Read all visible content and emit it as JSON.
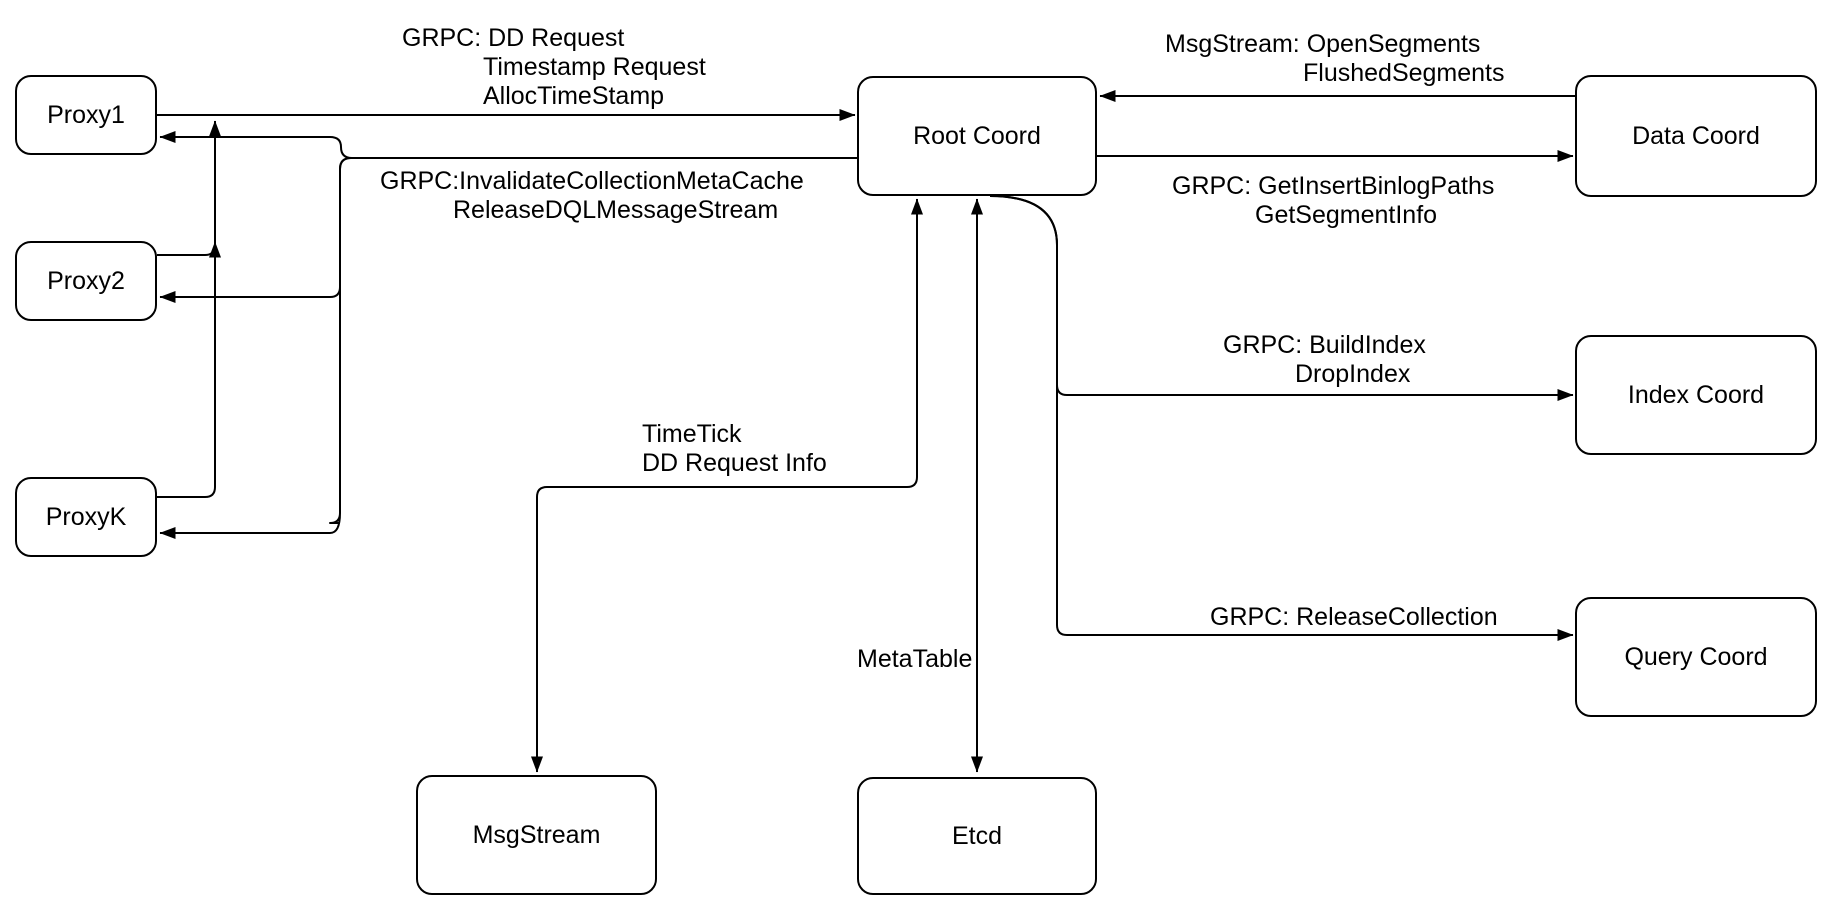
{
  "nodes": {
    "proxy1": {
      "label": "Proxy1"
    },
    "proxy2": {
      "label": "Proxy2"
    },
    "proxyk": {
      "label": "ProxyK"
    },
    "root_coord": {
      "label": "Root Coord"
    },
    "data_coord": {
      "label": "Data Coord"
    },
    "index_coord": {
      "label": "Index Coord"
    },
    "query_coord": {
      "label": "Query Coord"
    },
    "msgstream": {
      "label": "MsgStream"
    },
    "etcd": {
      "label": "Etcd"
    }
  },
  "edge_labels": {
    "proxy_to_root": {
      "line1": "GRPC: DD Request",
      "line2": "Timestamp Request",
      "line3": "AllocTimeStamp"
    },
    "root_to_proxies": {
      "line1": "GRPC:InvalidateCollectionMetaCache",
      "line2": "ReleaseDQLMessageStream"
    },
    "data_to_root": {
      "line1": "MsgStream: OpenSegments",
      "line2": "FlushedSegments"
    },
    "root_to_data": {
      "line1": "GRPC: GetInsertBinlogPaths",
      "line2": "GetSegmentInfo"
    },
    "root_to_index": {
      "line1": "GRPC: BuildIndex",
      "line2": "DropIndex"
    },
    "root_to_query": {
      "line1": "GRPC: ReleaseCollection"
    },
    "msgstream_root": {
      "line1": "TimeTick",
      "line2": "DD Request Info"
    },
    "root_etcd": {
      "line1": "MetaTable"
    }
  },
  "edges": [
    {
      "from": "proxy1",
      "to": "root_coord",
      "arrow": "to",
      "label": "GRPC: DD Request / Timestamp Request / AllocTimeStamp"
    },
    {
      "from": "root_coord",
      "to": "proxy1",
      "arrow": "to",
      "label": "GRPC:InvalidateCollectionMetaCache / ReleaseDQLMessageStream"
    },
    {
      "from": "root_coord",
      "to": "proxy2",
      "arrow": "to",
      "label": ""
    },
    {
      "from": "root_coord",
      "to": "proxyk",
      "arrow": "to",
      "label": ""
    },
    {
      "from": "proxy2",
      "to": "root_coord",
      "arrow": "to",
      "label": ""
    },
    {
      "from": "proxyk",
      "to": "root_coord",
      "arrow": "to",
      "label": ""
    },
    {
      "from": "data_coord",
      "to": "root_coord",
      "arrow": "to",
      "label": "MsgStream: OpenSegments / FlushedSegments"
    },
    {
      "from": "root_coord",
      "to": "data_coord",
      "arrow": "to",
      "label": "GRPC: GetInsertBinlogPaths / GetSegmentInfo"
    },
    {
      "from": "root_coord",
      "to": "index_coord",
      "arrow": "to",
      "label": "GRPC: BuildIndex / DropIndex"
    },
    {
      "from": "root_coord",
      "to": "query_coord",
      "arrow": "to",
      "label": "GRPC: ReleaseCollection"
    },
    {
      "from": "root_coord",
      "to": "msgstream",
      "arrow": "both",
      "label": "TimeTick / DD Request Info"
    },
    {
      "from": "root_coord",
      "to": "etcd",
      "arrow": "both",
      "label": "MetaTable"
    }
  ],
  "colors": {
    "stroke": "#000000",
    "node_fill": "#ffffff",
    "background": "#ffffff"
  }
}
